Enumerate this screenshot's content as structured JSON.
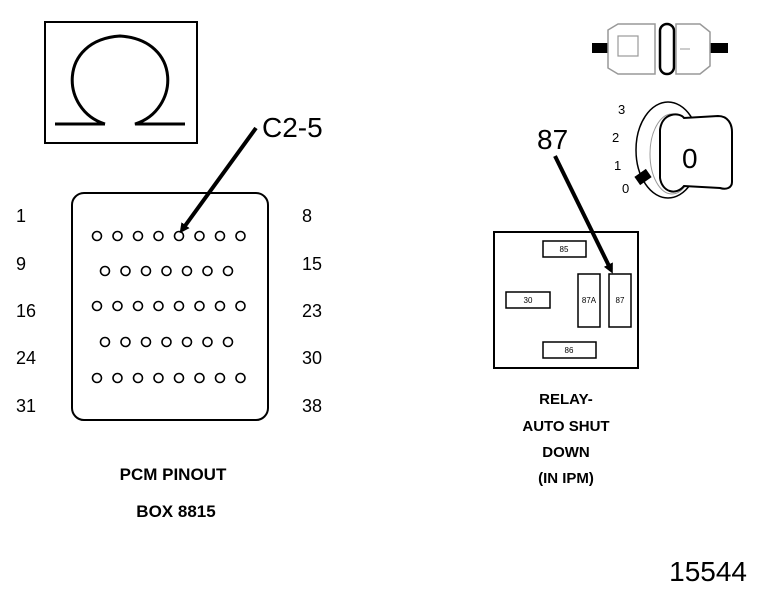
{
  "pcm": {
    "callout": "C2-5",
    "left_pins": [
      "1",
      "9",
      "16",
      "24",
      "31"
    ],
    "right_pins": [
      "8",
      "15",
      "23",
      "30",
      "38"
    ],
    "caption_line1": "PCM PINOUT",
    "caption_line2": "BOX 8815"
  },
  "relay": {
    "callout": "87",
    "terminals": {
      "t85": "85",
      "t30": "30",
      "t87a": "87A",
      "t87": "87",
      "t86": "86"
    },
    "caption_line1": "RELAY-",
    "caption_line2": "AUTO SHUT",
    "caption_line3": "DOWN",
    "caption_line4": "(IN IPM)"
  },
  "ignition": {
    "positions": [
      "3",
      "2",
      "1",
      "0"
    ],
    "key_label": "0"
  },
  "figure_number": "15544"
}
